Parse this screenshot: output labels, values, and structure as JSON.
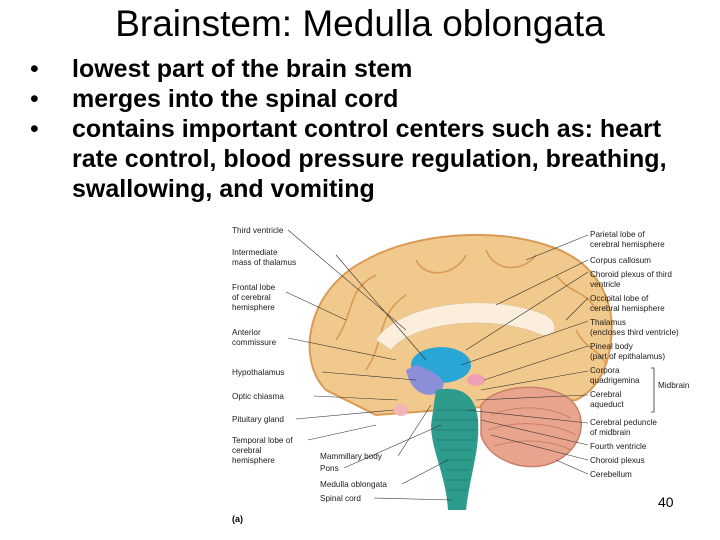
{
  "slide": {
    "title": "Brainstem:  Medulla oblongata",
    "bullets": [
      "lowest part of the brain stem",
      "merges into the spinal cord",
      "contains important control centers such as: heart rate control, blood pressure regulation, breathing, swallowing, and vomiting"
    ],
    "bullet_symbol": "•",
    "page_number": "40"
  },
  "figure": {
    "panel_tag": "(a)",
    "labels_left": [
      "Third ventricle",
      "Intermediate",
      "mass of thalamus",
      "Frontal lobe",
      "of cerebral",
      "hemisphere",
      "Anterior",
      "commissure",
      "Hypothalamus",
      "Optic chiasma",
      "Pituitary gland",
      "Temporal lobe of",
      "cerebral",
      "hemisphere",
      "Mammillary body",
      "Pons",
      "Medulla oblongata",
      "Spinal cord"
    ],
    "labels_right": [
      "Parietal lobe of",
      "cerebral hemisphere",
      "Corpus callosum",
      "Choroid plexus of third",
      "ventricle",
      "Occipital lobe of",
      "cerebral hemisphere",
      "Thalamus",
      "(encloses third ventricle)",
      "Pineal body",
      "(part of epithalamus)",
      "Corpora",
      "quadrigemina",
      "Cerebral",
      "aqueduct",
      "Cerebral peduncle",
      "of midbrain",
      "Fourth ventricle",
      "Choroid plexus",
      "Cerebellum"
    ],
    "group_label": "Midbrain",
    "colors": {
      "cortex": "#f2c98c",
      "cortex_dark": "#d99a55",
      "white_matter": "#f7e3b8",
      "corpus_callosum": "#fbeedd",
      "thalamus": "#2aa6d6",
      "hypothalamus": "#8a8fd8",
      "brainstem": "#2e9c8c",
      "cerebellum": "#e8a48c",
      "pink": "#f0a0b4",
      "pituitary": "#f4b4b8"
    }
  }
}
